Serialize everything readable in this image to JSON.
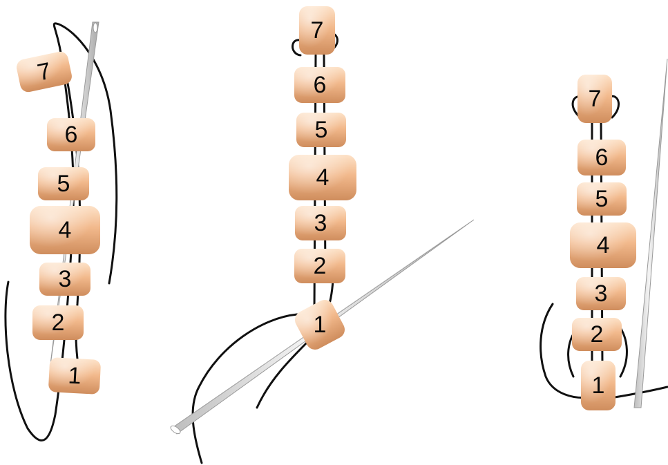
{
  "colors": {
    "background": "#ffffff",
    "bead_light": "#fde2c8",
    "bead_base": "#f2b98c",
    "bead_dark": "#cf8d5d",
    "thread": "#111111",
    "needle_light": "#f4f4f4",
    "needle_dark": "#a9a9a9"
  },
  "panels": [
    {
      "name": "step-1",
      "beads": [
        {
          "label": "1",
          "icon": "bead"
        },
        {
          "label": "2",
          "icon": "bead"
        },
        {
          "label": "3",
          "icon": "bead"
        },
        {
          "label": "4",
          "icon": "bead"
        },
        {
          "label": "5",
          "icon": "bead"
        },
        {
          "label": "6",
          "icon": "bead"
        },
        {
          "label": "7",
          "icon": "bead"
        }
      ],
      "icons": [
        "needle-icon",
        "thread-icon"
      ]
    },
    {
      "name": "step-2",
      "beads": [
        {
          "label": "1",
          "icon": "bead"
        },
        {
          "label": "2",
          "icon": "bead"
        },
        {
          "label": "3",
          "icon": "bead"
        },
        {
          "label": "4",
          "icon": "bead"
        },
        {
          "label": "5",
          "icon": "bead"
        },
        {
          "label": "6",
          "icon": "bead"
        },
        {
          "label": "7",
          "icon": "bead"
        }
      ],
      "icons": [
        "needle-icon",
        "thread-icon"
      ]
    },
    {
      "name": "step-3",
      "beads": [
        {
          "label": "1",
          "icon": "bead"
        },
        {
          "label": "2",
          "icon": "bead"
        },
        {
          "label": "3",
          "icon": "bead"
        },
        {
          "label": "4",
          "icon": "bead"
        },
        {
          "label": "5",
          "icon": "bead"
        },
        {
          "label": "6",
          "icon": "bead"
        },
        {
          "label": "7",
          "icon": "bead"
        }
      ],
      "icons": [
        "needle-icon",
        "thread-icon"
      ]
    }
  ]
}
